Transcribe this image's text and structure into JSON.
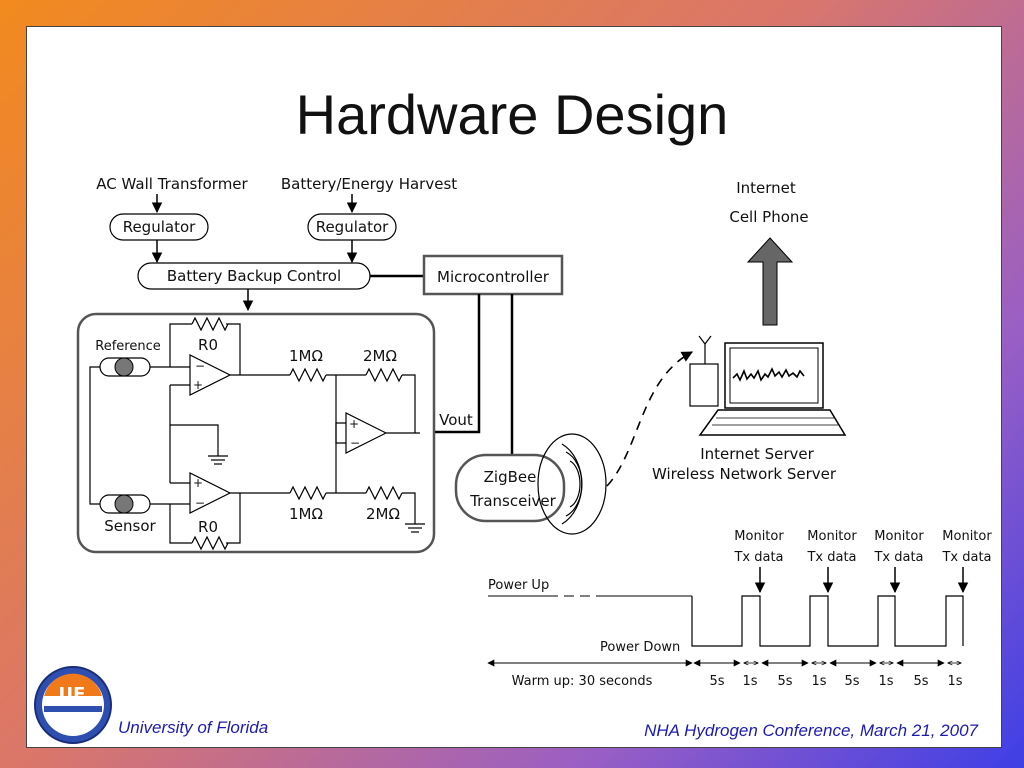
{
  "slide": {
    "title": "Hardware Design",
    "footer_left": "University of Florida",
    "footer_right": "NHA Hydrogen Conference, March 21, 2007",
    "logo_text": "UF"
  },
  "diagram": {
    "power_sources": {
      "ac": "AC Wall Transformer",
      "battery": "Battery/Energy Harvest",
      "regulator_left": "Regulator",
      "regulator_right": "Regulator",
      "backup": "Battery Backup Control",
      "micro": "Microcontroller"
    },
    "circuit": {
      "reference": "Reference",
      "sensor": "Sensor",
      "r0_top": "R0",
      "r0_bottom": "R0",
      "r1_top": "1MΩ",
      "r2_top": "2MΩ",
      "r1_bottom": "1MΩ",
      "r2_bottom": "2MΩ",
      "vout": "Vout"
    },
    "zigbee": {
      "line1": "ZigBee",
      "line2": "Transceiver"
    },
    "network": {
      "internet": "Internet",
      "cell": "Cell Phone",
      "server1": "Internet Server",
      "server2": "Wireless Network Server"
    },
    "timing": {
      "monitor": [
        "Monitor",
        "Monitor",
        "Monitor",
        "Monitor"
      ],
      "txdata": [
        "Tx data",
        "Tx data",
        "Tx data",
        "Tx data"
      ],
      "power_up": "Power Up",
      "power_down": "Power Down",
      "warmup": "Warm up: 30 seconds",
      "intervals": [
        "5s",
        "1s",
        "5s",
        "1s",
        "5s",
        "1s",
        "5s",
        "1s"
      ]
    }
  }
}
